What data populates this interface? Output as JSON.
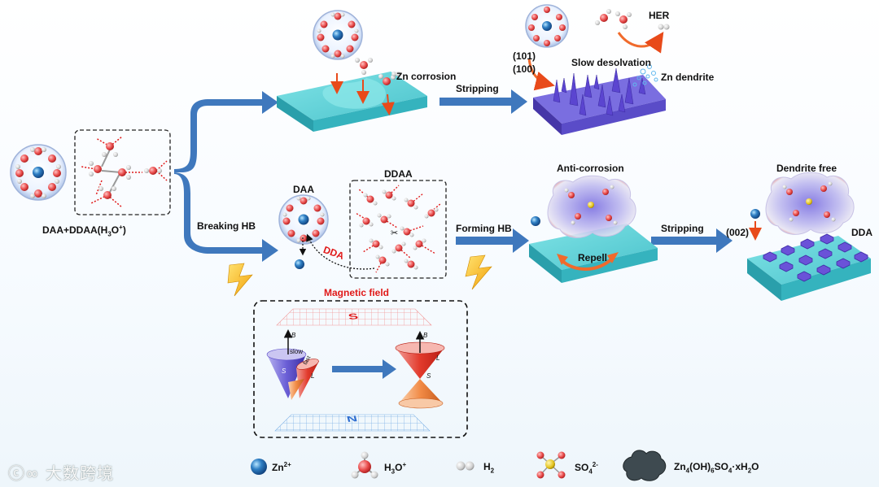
{
  "labels": {
    "zn_corrosion": "Zn corrosion",
    "stripping_top": "Stripping",
    "slow_desolvation": "Slow desolvation",
    "facet_101": "(101)",
    "facet_100": "(100)",
    "her": "HER",
    "zn_dendrite": "Zn dendrite",
    "mixture_label": "DAA+DDAA(H",
    "mixture_sub": "3",
    "mixture_o": "O",
    "mixture_sup": "+",
    "mixture_end": ")",
    "breaking_hb": "Breaking HB",
    "daa": "DAA",
    "ddaa": "DDAA",
    "dda_arrow": "DDA",
    "forming_hb": "Forming HB",
    "anti_corrosion": "Anti-corrosion",
    "repell": "Repell",
    "stripping_bottom": "Stripping",
    "dendrite_free": "Dendrite free",
    "facet_002": "(002)",
    "dda_right": "DDA",
    "magnetic_field": "Magnetic field",
    "magnet_s": "S",
    "magnet_n": "N",
    "cone_b1": "B",
    "cone_slow": "slow",
    "cone_fast": "fast",
    "cone_s1": "S",
    "cone_l1": "L",
    "cone_b2": "B",
    "cone_l2": "L",
    "cone_s2": "S"
  },
  "legend": {
    "zn_ion": {
      "text": "Zn",
      "sup": "2+"
    },
    "h3o": {
      "text": "H",
      "sub": "3",
      "text2": "O",
      "sup": "+"
    },
    "h2": {
      "text": "H",
      "sub": "2"
    },
    "so4": {
      "text": "SO",
      "sub": "4",
      "sup": "2-"
    },
    "zhs": {
      "text": "Zn",
      "sub1": "4",
      "text2": "(OH)",
      "sub2": "6",
      "text3": "SO",
      "sub3": "4",
      "text4": "·xH",
      "sub4": "2",
      "text5": "O"
    }
  },
  "watermark": "大数跨境",
  "colors": {
    "arrow_blue": "#3f78bd",
    "substrate_top": "#5fd0d6",
    "substrate_side": "#2a9fab",
    "dendrite_purple": "#6d55d6",
    "hexagon_purple": "#6a52d8",
    "accent_red": "#e01818",
    "oxygen_red": "#e84a4a",
    "hydrogen_grey": "#d5d5d5",
    "zn_blue": "#2f7fc4",
    "orange": "#f06a2c"
  }
}
